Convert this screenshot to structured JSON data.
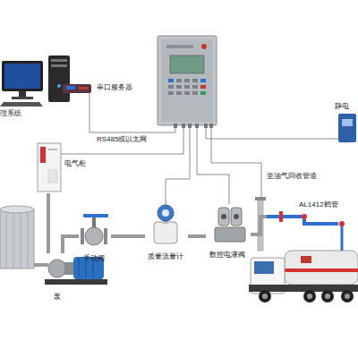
{
  "diagram": {
    "nodes": [
      {
        "text": [
          "理系统"
        ]
      },
      {
        "text": [
          "串口服务器"
        ]
      },
      {
        "text": [
          "静电"
        ]
      },
      {
        "text": [
          "电气柜"
        ]
      },
      {
        "text": [
          "手动阀"
        ]
      },
      {
        "text": [
          "质量流量计"
        ]
      },
      {
        "text": [
          "数控电液阀"
        ]
      },
      {
        "text": [
          "泵"
        ]
      },
      {
        "text": [
          "AL1412鹤管"
        ]
      }
    ],
    "edges": [
      {
        "from": 3,
        "to": 7,
        "arrow": "none"
      },
      {
        "from": 7,
        "to": 4,
        "arrow": "none"
      },
      {
        "from": 4,
        "to": 5,
        "arrow": "none"
      },
      {
        "from": 5,
        "to": 6,
        "arrow": "none"
      },
      {
        "from": 6,
        "to": 8,
        "arrow": "none"
      }
    ],
    "labels": [
      "RS485或以太网",
      "至油气回收管道"
    ]
  }
}
